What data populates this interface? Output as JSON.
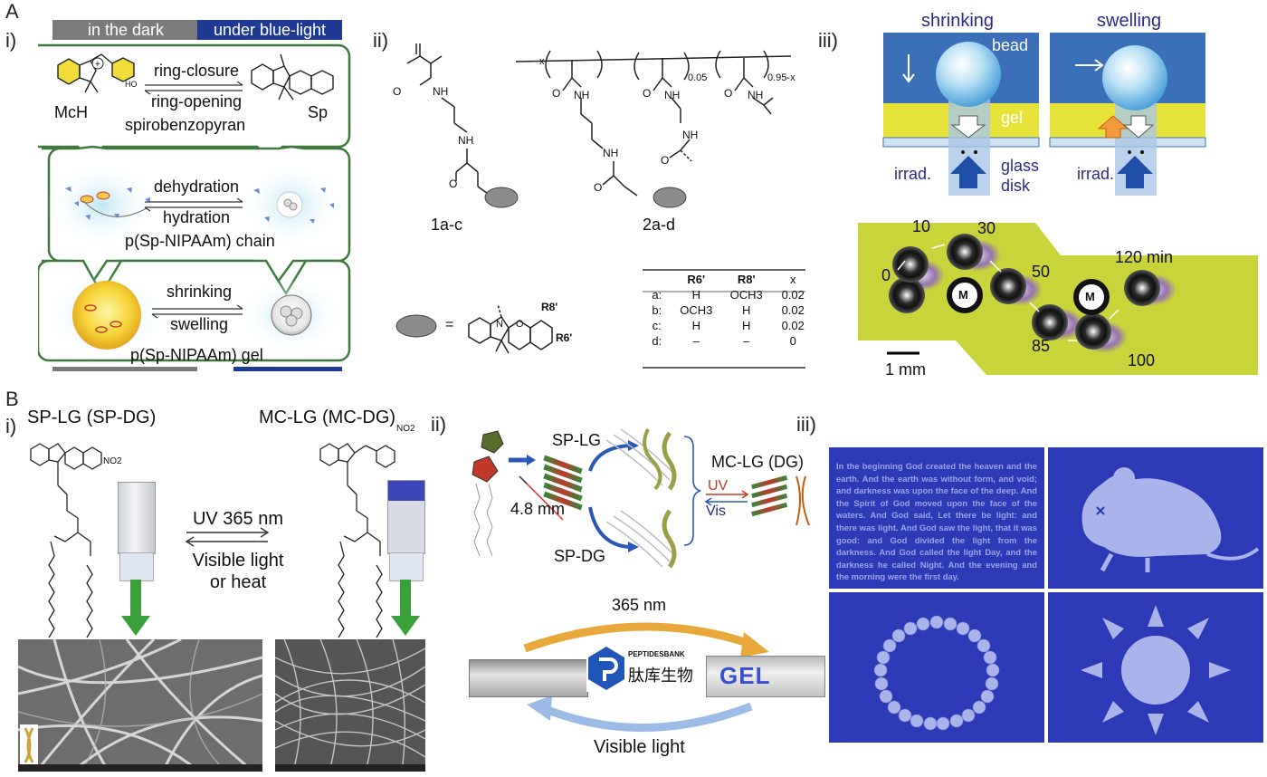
{
  "panelA": {
    "letter": "A",
    "i": {
      "roman": "i)",
      "dark_label": "in the dark",
      "blue_label": "under blue-light",
      "row1": {
        "forward": "ring-closure",
        "reverse": "ring-opening",
        "left": "McH",
        "right": "Sp",
        "name": "spirobenzopyran",
        "oh": "HO"
      },
      "row2": {
        "forward": "dehydration",
        "reverse": "hydration",
        "name": "p(Sp-NIPAAm) chain"
      },
      "row3": {
        "forward": "shrinking",
        "reverse": "swelling",
        "name": "p(Sp-NIPAAm) gel"
      }
    },
    "ii": {
      "roman": "ii)",
      "mono_label": "1a-c",
      "poly_label": "2a-d",
      "sub_x": "x",
      "sub_005": "0.05",
      "sub_095x": "0.95-x",
      "equals": "=",
      "nh": "NH",
      "o": "O",
      "n": "N",
      "r8": "R8'",
      "r6": "R6'",
      "table": {
        "headers": [
          "",
          "R6'",
          "R8'",
          "x"
        ],
        "rows": [
          [
            "a:",
            "H",
            "OCH3",
            "0.02"
          ],
          [
            "b:",
            "OCH3",
            "H",
            "0.02"
          ],
          [
            "c:",
            "H",
            "H",
            "0.02"
          ],
          [
            "d:",
            "–",
            "–",
            "0"
          ]
        ]
      }
    },
    "iii": {
      "roman": "iii)",
      "shrinking": "shrinking",
      "swelling": "swelling",
      "bead": "bead",
      "gel": "gel",
      "irrad1": "irrad.",
      "irrad2": "irrad.",
      "glass_disk": "glass\ndisk",
      "times": [
        "0",
        "10",
        "30",
        "50",
        "85",
        "100",
        "120 min"
      ],
      "m_label": "M",
      "scale": "1 mm"
    }
  },
  "panelB": {
    "letter": "B",
    "i": {
      "roman": "i)",
      "left_title": "SP-LG (SP-DG)",
      "right_title": "MC-LG (MC-DG)",
      "uv": "UV 365 nm",
      "visible": "Visible light",
      "heat": "or heat",
      "no2": "NO2"
    },
    "ii": {
      "roman": "ii)",
      "sp_lg": "SP-LG",
      "sp_dg": "SP-DG",
      "dist": "4.8 mm",
      "mc": "MC-LG (DG)",
      "uv": "UV",
      "vis": "Vis",
      "nm365": "365 nm",
      "visible_light": "Visible light",
      "gel_text": "GEL",
      "brand_en": "PEPTIDESBANK",
      "brand_cn": "肽库生物"
    },
    "iii": {
      "roman": "iii)",
      "verse": "In the beginning God created the heaven and the earth. And the earth was without form, and void; and darkness was upon the face of the deep. And the Spirit of God moved upon the face of the waters. And God said, Let there be light: and there was light. And God saw the light, that it was good: and God divided the light from the darkness. And God called the light Day, and the darkness he called Night. And the evening and the morning were the first day."
    }
  },
  "colors": {
    "green_border": "#3f7a3c",
    "dark_tab": "#7b7b7b",
    "blue_tab": "#1f3a94",
    "gel_yellow": "#c9d43a",
    "print_blue": "#2d3ab8",
    "arrow_green": "#3aa13a"
  }
}
